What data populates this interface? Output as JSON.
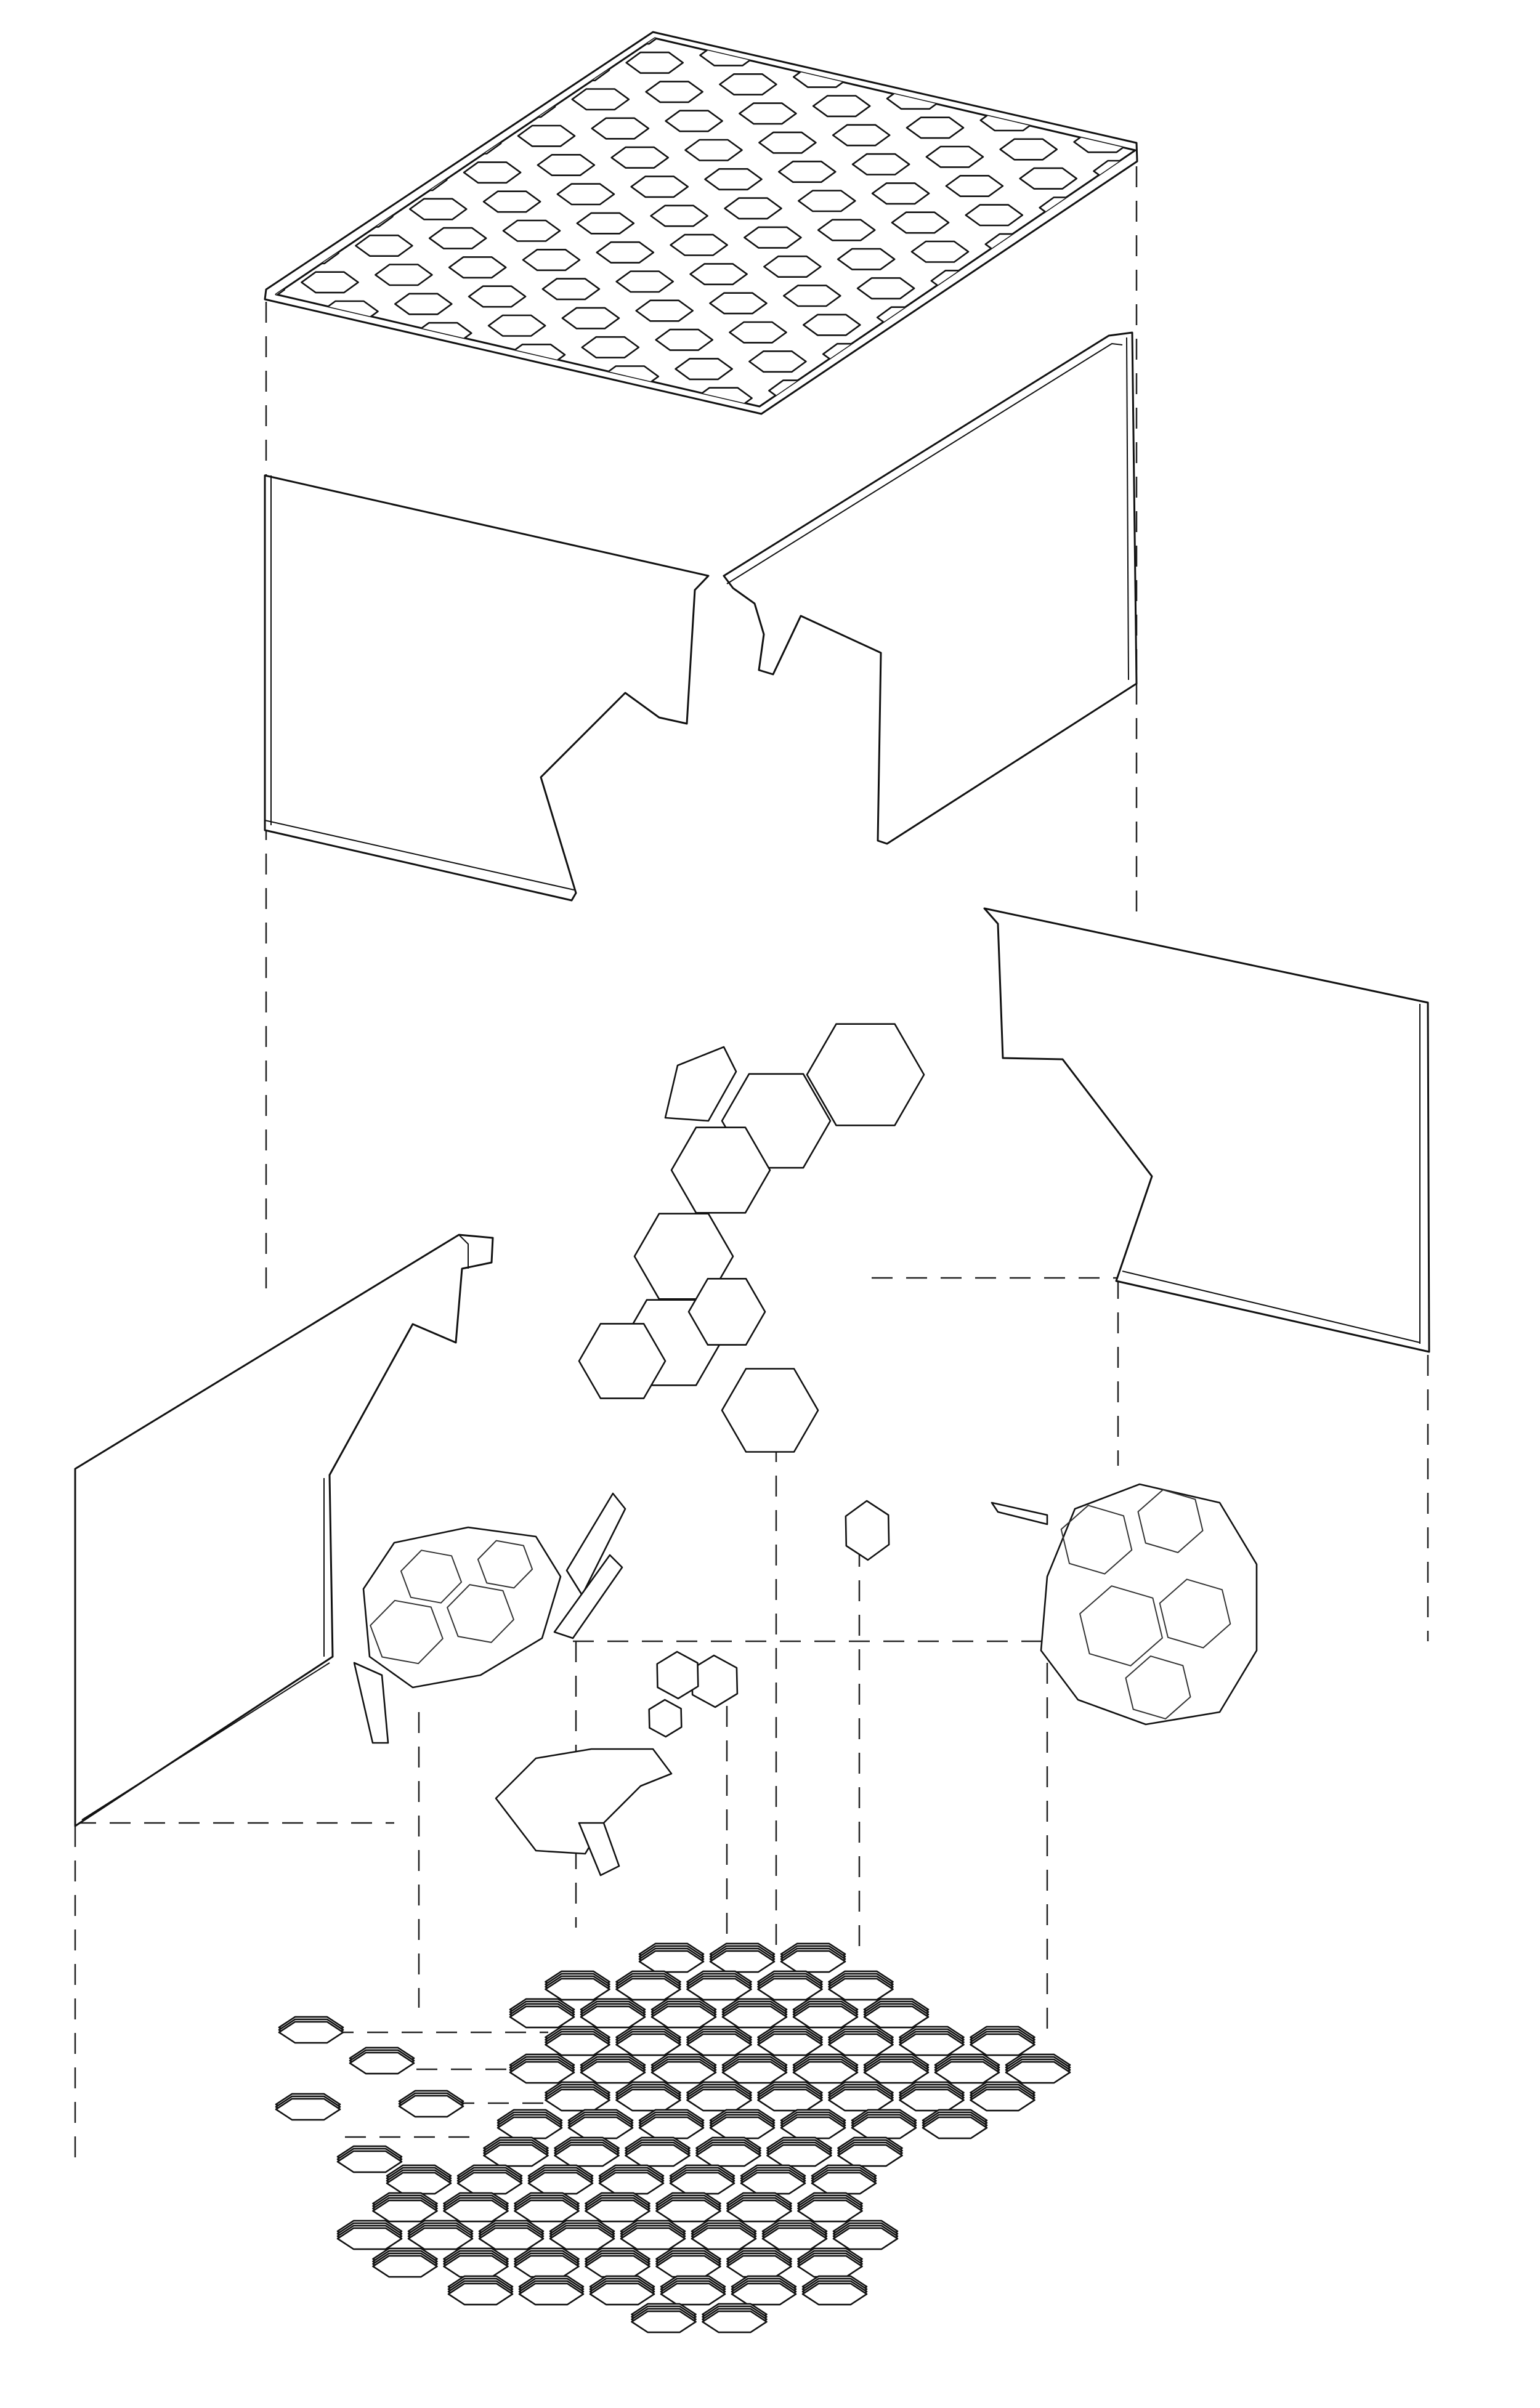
{
  "figure": {
    "description_text": "",
    "stroke_color": "#111111",
    "background_color": "#ffffff",
    "components": [
      "top-hexagon-grid-panel",
      "upper-left-wall",
      "upper-right-wall",
      "middle-right-wall",
      "lower-left-wall",
      "central-hexagon-chain",
      "left-hexagon-cluster",
      "right-hexagon-cluster",
      "small-hexagon-fragments",
      "floor-hexagon-base",
      "loose-floor-tiles",
      "projection-dashed-lines"
    ]
  }
}
